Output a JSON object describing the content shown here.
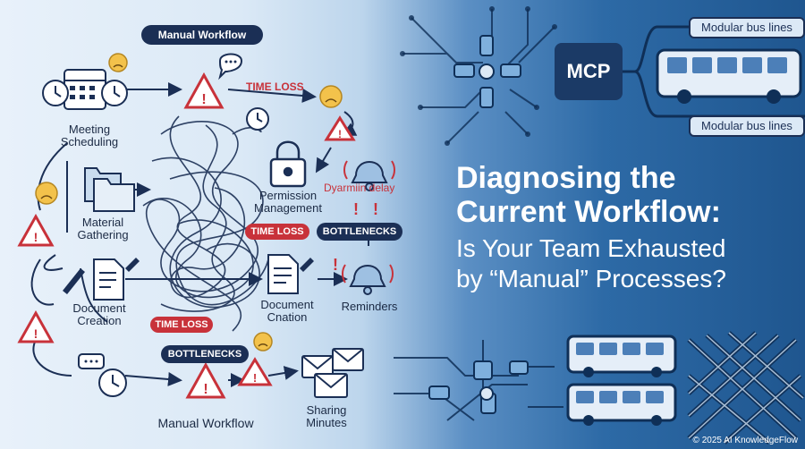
{
  "left_panel": {
    "badge_top": "Manual Workflow",
    "nodes": {
      "meeting_scheduling": [
        "Meeting",
        "Scheduling"
      ],
      "material_gathering": [
        "Material",
        "Gathering"
      ],
      "document_creation_left": [
        "Document",
        "Creation"
      ],
      "permission_management": [
        "Permission",
        "Management"
      ],
      "document_creation_mid": [
        "Document",
        "Cnation"
      ],
      "reminders": "Reminders",
      "sharing_minutes": [
        "Sharing",
        "Minutes"
      ],
      "manual_workflow_bottom": "Manual Workflow"
    },
    "tags": {
      "time_loss_top": "TIME LOSS",
      "dyarmiin_delay": "Dyarmiin delay",
      "time_loss_mid": "TIME LOSS",
      "bottlenecks_mid": "BOTTLENECKS",
      "time_loss_low": "TIME LOSS",
      "bottlenecks_low": "BOTTLENECKS"
    }
  },
  "right_panel": {
    "bus_top": "Modular bus lines",
    "bus_bottom": "Modular bus lines",
    "mcp_label": "MCP",
    "headline": {
      "line1": "Diagnosing the",
      "line2": "Current Workflow:",
      "line3": "Is Your Team Exhausted",
      "line4": "by “Manual” Processes?"
    },
    "copyright": "© 2025 AI KnowledgeFlow"
  },
  "colors": {
    "navy": "#1b2f55",
    "alert_red": "#c8323a",
    "right_bg": "#2d6aa6",
    "face_yellow": "#f3c24b"
  }
}
